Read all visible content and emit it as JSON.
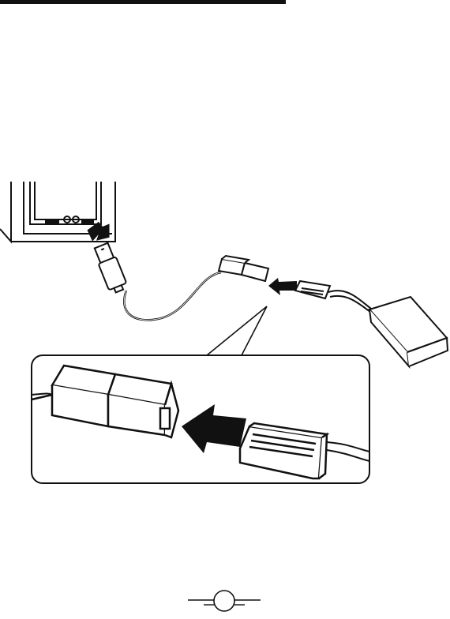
{
  "document": {
    "page_number": "",
    "figure": {
      "objects": [
        "computer-usb-port",
        "usb-charging-cable",
        "cable-connector",
        "battery-connector",
        "battery-pack",
        "insert-arrow-icon",
        "detail-callout"
      ]
    }
  }
}
